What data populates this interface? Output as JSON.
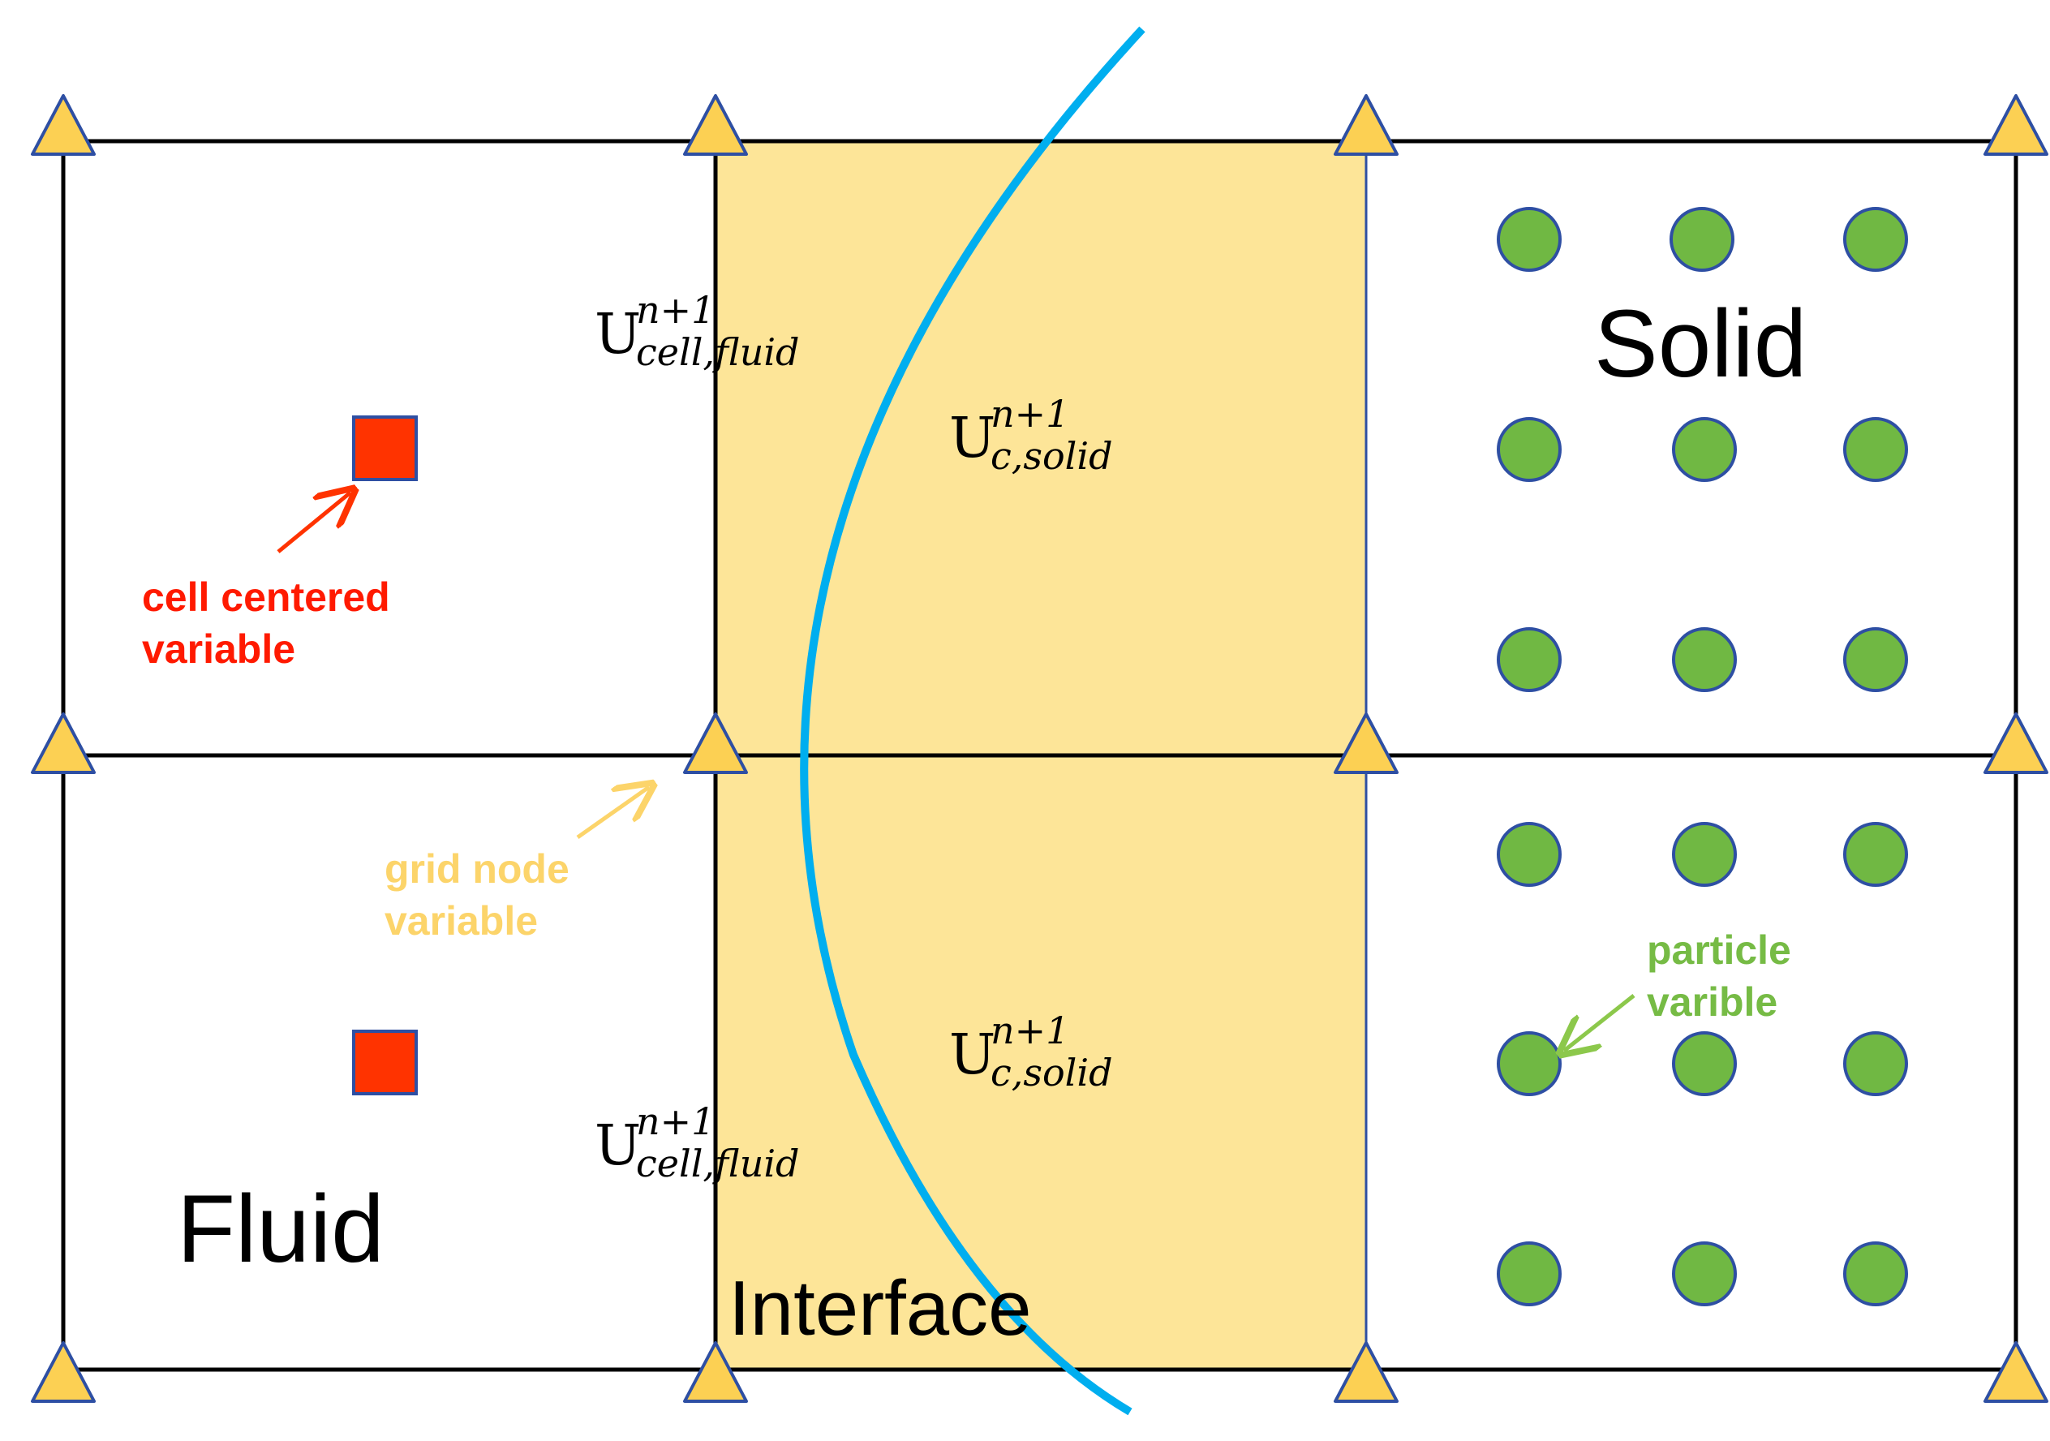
{
  "regions": {
    "fluid": "Fluid",
    "solid": "Solid",
    "interface": "Interface"
  },
  "annotations": {
    "cell_centered": {
      "line1": "cell centered",
      "line2": "variable",
      "color": "#ff1a00"
    },
    "grid_node": {
      "line1": "grid node",
      "line2": "variable",
      "color": "#fcd46a"
    },
    "particle": {
      "line1": "particle",
      "line2": "varible",
      "color": "#76bb45"
    }
  },
  "equations": {
    "fluid_top": {
      "base": "U",
      "sup": "n+1",
      "sub": "cell,fluid"
    },
    "fluid_bottom": {
      "base": "U",
      "sup": "n+1",
      "sub": "cell,fluid"
    },
    "solid_top": {
      "base": "U",
      "sup": "n+1",
      "sub": "c,solid"
    },
    "solid_bottom": {
      "base": "U",
      "sup": "n+1",
      "sub": "c,solid"
    }
  },
  "colors": {
    "interface_fill": "#fde598",
    "grid_line": "#000000",
    "interface_curve": "#00aeef",
    "node_fill": "#fcd053",
    "node_stroke": "#2e4fa3",
    "cell_marker_fill": "#ff3300",
    "particle_fill": "#70b843"
  }
}
